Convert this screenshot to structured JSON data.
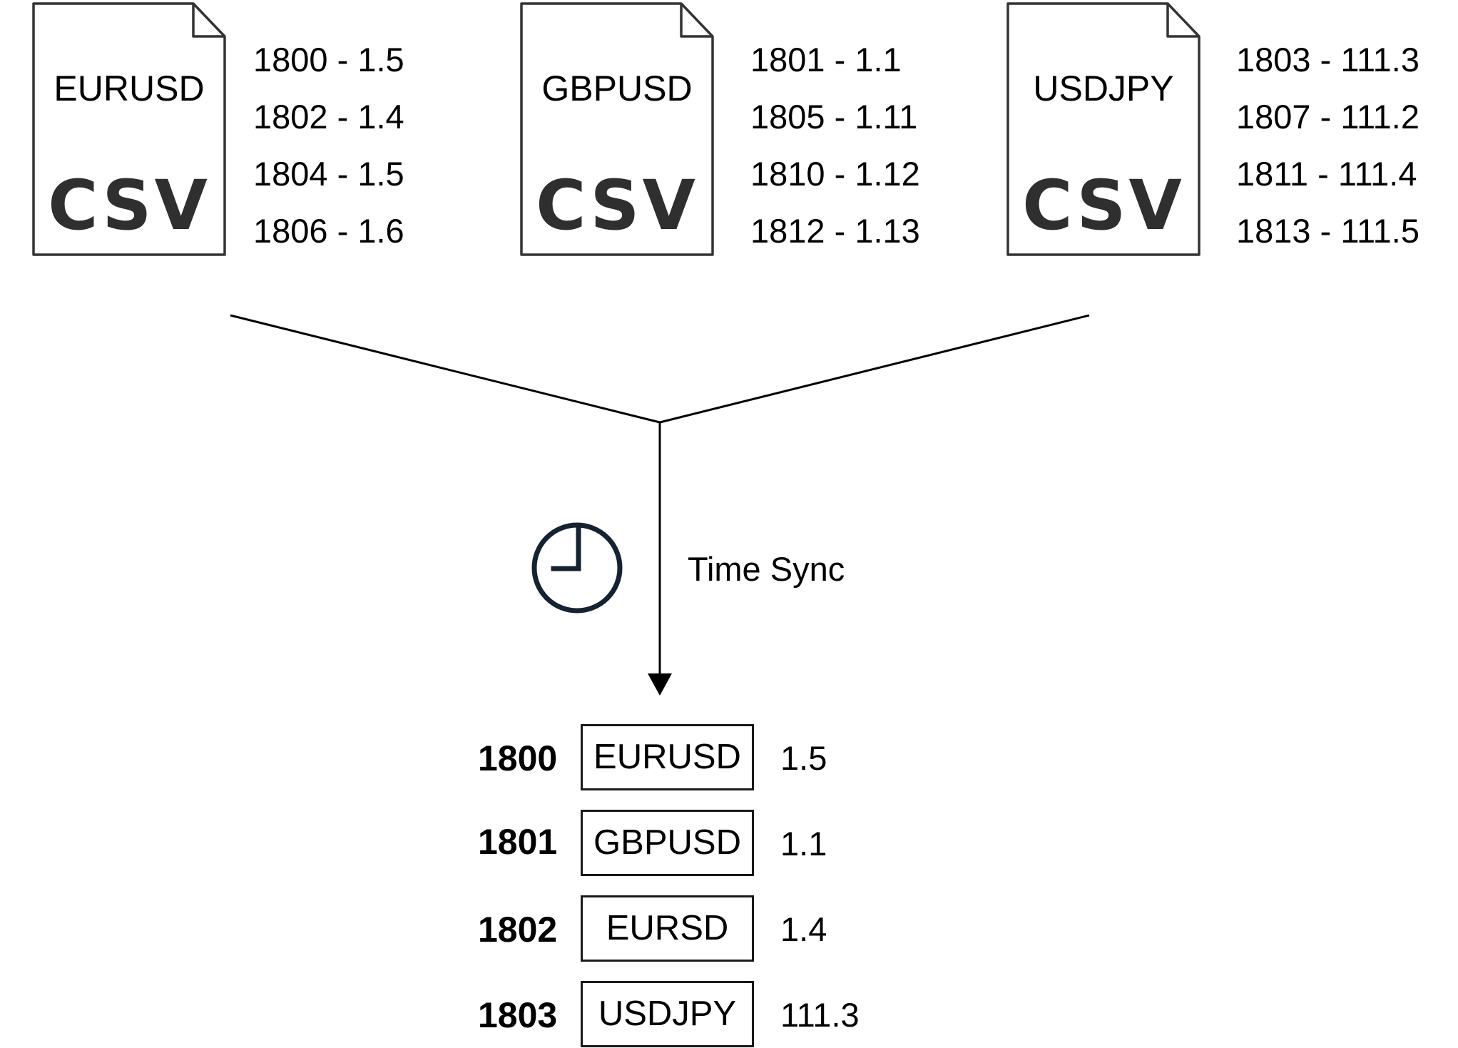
{
  "sources": [
    {
      "symbol": "EURUSD",
      "format": "CSV",
      "records": [
        "1800 - 1.5",
        "1802 - 1.4",
        "1804 - 1.5",
        "1806 - 1.6"
      ]
    },
    {
      "symbol": "GBPUSD",
      "format": "CSV",
      "records": [
        "1801 - 1.1",
        "1805 - 1.11",
        "1810 - 1.12",
        "1812 - 1.13"
      ]
    },
    {
      "symbol": "USDJPY",
      "format": "CSV",
      "records": [
        "1803 - 111.3",
        "1807 - 111.2",
        "1811 - 111.4",
        "1813 - 111.5"
      ]
    }
  ],
  "sync": {
    "label": "Time Sync",
    "icon": "clock-icon"
  },
  "output": [
    {
      "time": "1800",
      "symbol": "EURUSD",
      "value": "1.5"
    },
    {
      "time": "1801",
      "symbol": "GBPUSD",
      "value": "1.1"
    },
    {
      "time": "1802",
      "symbol": "EURSD",
      "value": "1.4"
    },
    {
      "time": "1803",
      "symbol": "USDJPY",
      "value": "111.3"
    }
  ],
  "colors": {
    "line": "#000000",
    "file_stroke": "#333333",
    "clock": "#152232"
  }
}
